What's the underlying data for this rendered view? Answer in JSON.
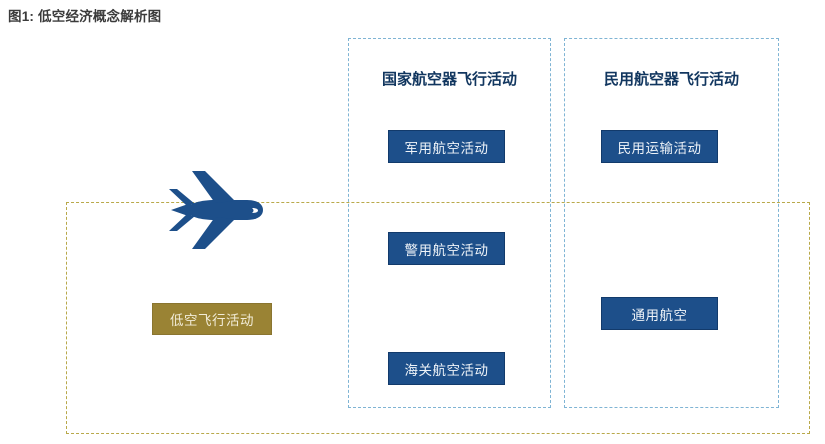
{
  "figure": {
    "title": "图1: 低空经济概念解析图"
  },
  "colors": {
    "node_blue": "#1d4f8a",
    "node_gold": "#9a8334",
    "dashed_blue": "#7fb4d4",
    "dashed_yellow": "#b9a94a",
    "header_text": "#11365f",
    "plane": "#1d4f8a",
    "title_text": "#3b3b3b"
  },
  "groups": {
    "low_altitude": {
      "label": "低空飞行活动",
      "container_name": "low-altitude-flight-zone"
    },
    "state_aircraft": {
      "header": "国家航空器飞行活动",
      "items": [
        {
          "label": "军用航空活动"
        },
        {
          "label": "警用航空活动"
        },
        {
          "label": "海关航空活动"
        }
      ]
    },
    "civil_aircraft": {
      "header": "民用航空器飞行活动",
      "items": [
        {
          "label": "民用运输活动"
        },
        {
          "label": "通用航空"
        }
      ]
    }
  },
  "icons": {
    "airplane": "airplane-icon"
  }
}
